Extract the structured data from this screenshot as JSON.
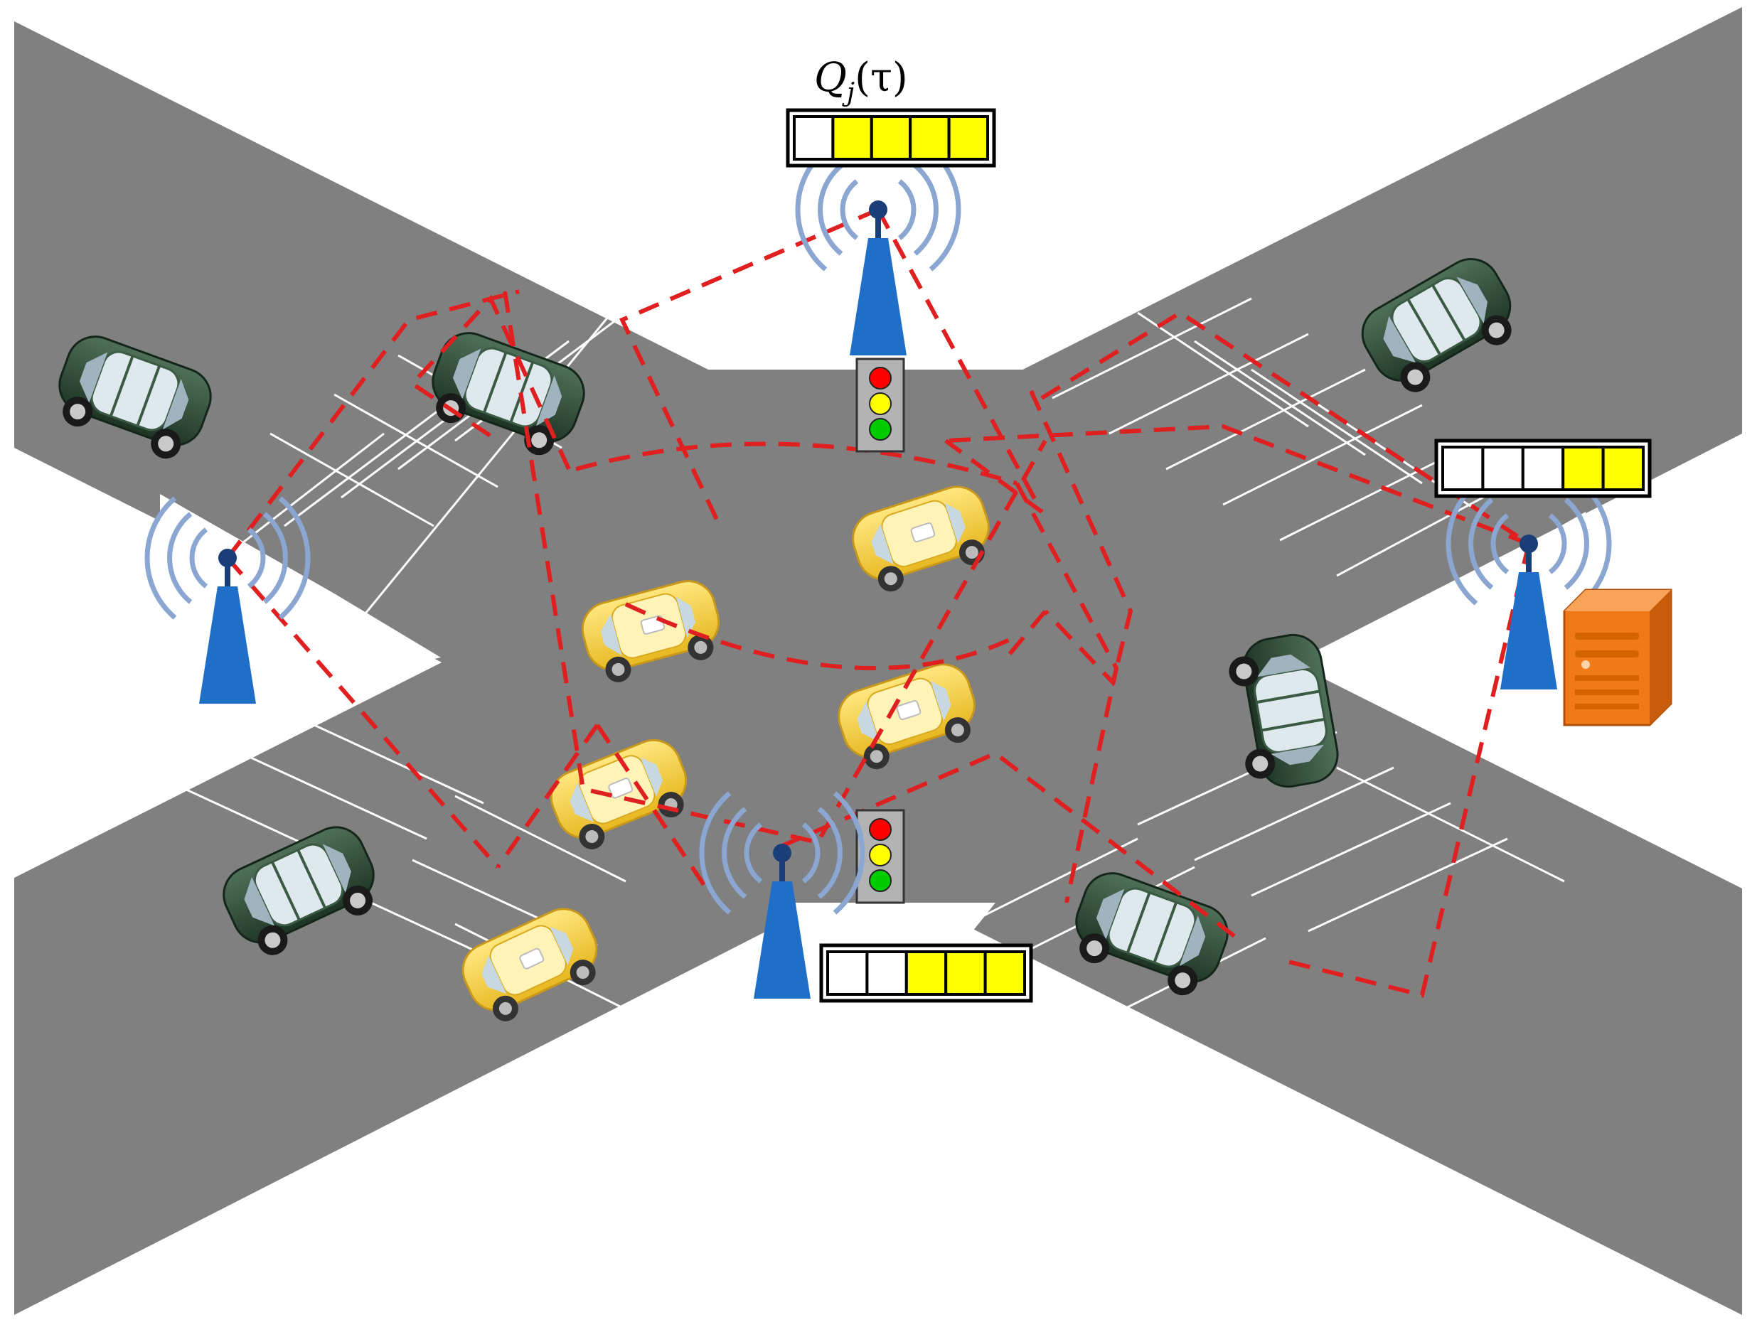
{
  "queue_label": {
    "main": "Q",
    "sub": "j",
    "arg": "(τ)"
  },
  "queues": [
    {
      "id": "rsu-top",
      "slots": 5,
      "filled": 4
    },
    {
      "id": "rsu-right",
      "slots": 5,
      "filled": 2
    },
    {
      "id": "rsu-bottom",
      "slots": 5,
      "filled": 3
    }
  ],
  "colors": {
    "road": "#808080",
    "background": "#ffffff",
    "lane_marking": "#ffffff",
    "rsu_tower": "#1f6fc9",
    "rsu_signal": "#8aa6d1",
    "link": "#e02020",
    "queue_filled": "#ffff00",
    "queue_empty": "#ffffff",
    "taxi": "#f3c832",
    "car": "#2d4a36",
    "server": "#f07a18",
    "light_red": "#ff0000",
    "light_yellow": "#ffff00",
    "light_green": "#00cc00"
  },
  "icons": {
    "rsu": "antenna-tower-icon",
    "server": "server-icon",
    "traffic_light": "traffic-light-icon",
    "taxi": "taxi-icon",
    "car": "car-icon"
  }
}
